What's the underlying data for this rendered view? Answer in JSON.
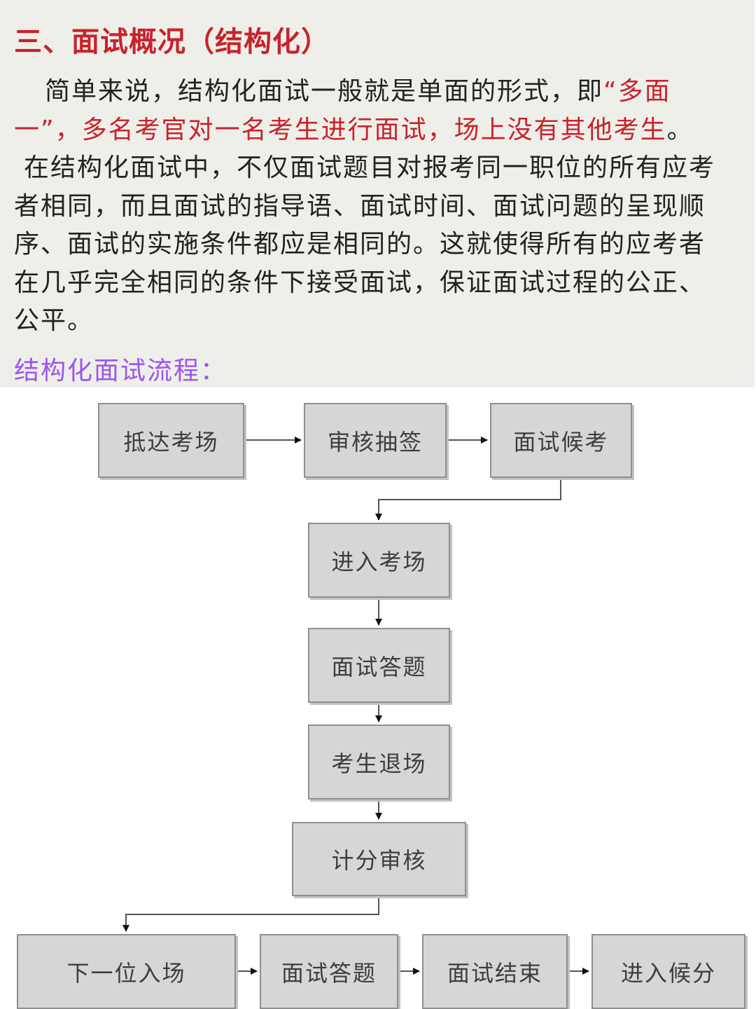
{
  "section": {
    "heading": "三、面试概况（结构化）",
    "paragraph": {
      "l1_normal": "简单来说，结构化面试一般就是单面的形式，即",
      "l1_red": "“多面",
      "l2_red": "一”，多名考官对一名考生进行面试，场上没有其他考生",
      "l2_end": "。",
      "l3": "在结构化面试中，不仅面试题目对报考同一职位的所有应考",
      "l4": "者相同，而且面试的指导语、面试时间、面试问题的呈现顺",
      "l5": "序、面试的实施条件都应是相同的。这就使得所有的应考者",
      "l6": "在几乎完全相同的条件下接受面试，保证面试过程的公正、",
      "l7": "公平。"
    },
    "flow_title": "结构化面试流程："
  },
  "flowchart": {
    "steps": [
      "抵达考场",
      "审核抽签",
      "面试候考",
      "进入考场",
      "面试答题",
      "考生退场",
      "计分审核",
      "下一位入场",
      "面试答题",
      "面试结束",
      "进入候分"
    ]
  }
}
